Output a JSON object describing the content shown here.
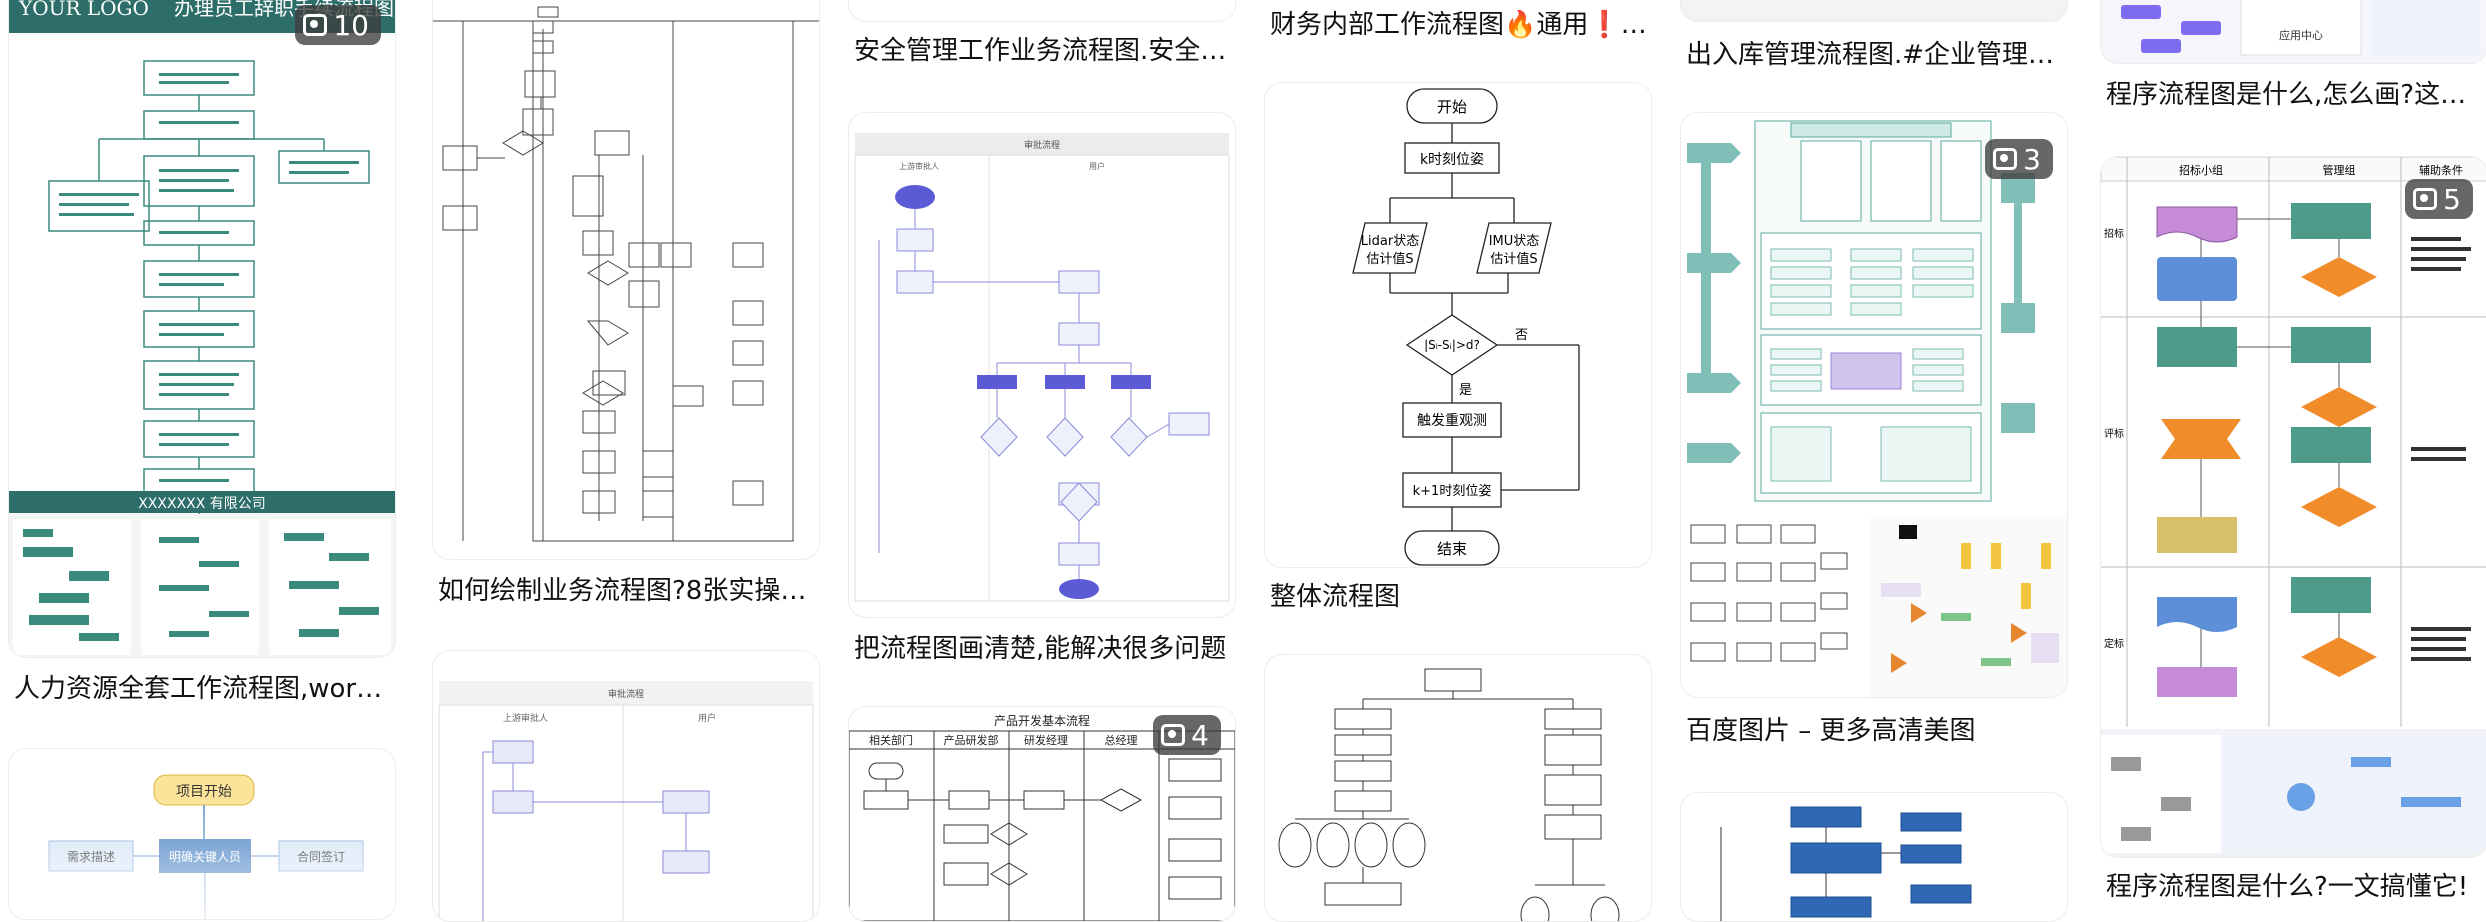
{
  "cards": {
    "c1": {
      "caption": "人力资源全套工作流程图,wor…",
      "badge": "10",
      "logo": "YOUR LOGO",
      "doc_title": "办理员工辞职手续流程图",
      "footer": "XXXXXXX 有限公司"
    },
    "c2": {
      "caption": "如何绘制业务流程图?8张实操…"
    },
    "c3": {
      "caption": "安全管理工作业务流程图.安全…"
    },
    "c4": {
      "caption": "把流程图画清楚,能解决很多问题"
    },
    "c5": {
      "caption": "财务内部工作流程图🔥通用❗…."
    },
    "c6": {
      "caption": "整体流程图",
      "nodes": {
        "start": "开始",
        "pos": "k时刻位姿",
        "lidar1": "Lidar状态",
        "lidar2": "估计值S",
        "imu1": "IMU状态",
        "imu2": "估计值S",
        "cond": "|Sₗ-Sᵢ|>d?",
        "no": "否",
        "yes": "是",
        "trigger": "触发重观测",
        "next": "k+1时刻位姿",
        "end": "结束"
      }
    },
    "c7": {
      "caption": "出入库管理流程图.#企业管理…"
    },
    "c8": {
      "caption": "百度图片 – 更多高清美图",
      "badge": "3"
    },
    "c9": {
      "caption": "程序流程图是什么,怎么画?这…",
      "app_label": "应用中心"
    },
    "c10": {
      "caption": "程序流程图是什么?一文搞懂它!",
      "badge": "5",
      "headers": [
        "招标小组",
        "管理组",
        "辅助条件"
      ],
      "rows": [
        "招标",
        "评标",
        "定标"
      ]
    },
    "c11": {
      "badge": "4",
      "title": "产品开发基本流程",
      "lanes": [
        "相关部门",
        "产品研发部",
        "研发经理",
        "总经理"
      ]
    },
    "c12": {
      "start": "项目开始",
      "a": "需求描述",
      "b": "明确关键人员",
      "c": "合同签订"
    }
  },
  "colors": {
    "teal": "#2e6e6a",
    "purple": "#5b5bd6",
    "orange": "#f08c2a",
    "green": "#4f9b8a",
    "blue": "#4f86c6"
  }
}
